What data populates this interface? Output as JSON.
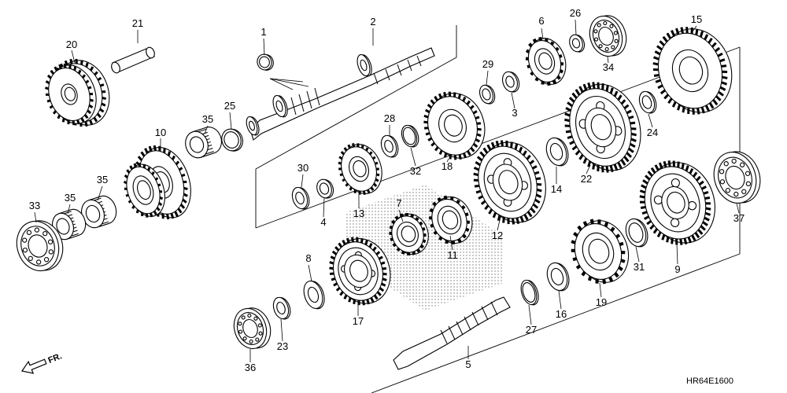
{
  "diagram_code": "HR64E1600",
  "direction_label": "FR.",
  "callouts": {
    "p1": "1",
    "p2": "2",
    "p3": "3",
    "p4": "4",
    "p5": "5",
    "p6": "6",
    "p7": "7",
    "p8": "8",
    "p9": "9",
    "p10": "10",
    "p11": "11",
    "p12": "12",
    "p13": "13",
    "p14": "14",
    "p15": "15",
    "p16": "16",
    "p17": "17",
    "p18": "18",
    "p19": "19",
    "p20": "20",
    "p21": "21",
    "p22": "22",
    "p23": "23",
    "p24": "24",
    "p25": "25",
    "p26": "26",
    "p27": "27",
    "p28": "28",
    "p29": "29",
    "p30": "30",
    "p31": "31",
    "p32": "32",
    "p33": "33",
    "p34": "34",
    "p35a": "35",
    "p35b": "35",
    "p35c": "35",
    "p36": "36",
    "p37": "37"
  },
  "colors": {
    "line": "#000000",
    "fill": "#ffffff",
    "shade": "#dddddd"
  }
}
